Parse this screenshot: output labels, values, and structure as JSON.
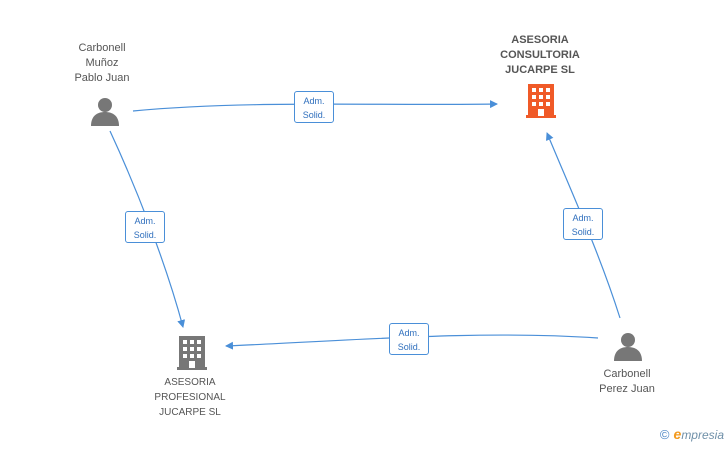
{
  "nodes": {
    "person_a": {
      "lines": [
        "Carbonell",
        "Muñoz",
        "Pablo Juan"
      ]
    },
    "company_main": {
      "lines": [
        "ASESORIA",
        "CONSULTORIA",
        "JUCARPE SL"
      ]
    },
    "person_b": {
      "lines": [
        "Carbonell",
        "Perez Juan"
      ]
    },
    "company_b": {
      "lines": [
        "ASESORIA",
        "PROFESIONAL",
        "JUCARPE SL"
      ]
    }
  },
  "edges": [
    {
      "from": "person_a",
      "to": "company_main",
      "label": [
        "Adm.",
        "Solid."
      ]
    },
    {
      "from": "person_a",
      "to": "company_b",
      "label": [
        "Adm.",
        "Solid."
      ]
    },
    {
      "from": "person_b",
      "to": "company_main",
      "label": [
        "Adm.",
        "Solid."
      ]
    },
    {
      "from": "person_b",
      "to": "company_b",
      "label": [
        "Adm.",
        "Solid."
      ]
    }
  ],
  "icons": {
    "person": "person-icon",
    "company": "building-icon"
  },
  "colors": {
    "edge": "#4a8fd8",
    "person": "#777777",
    "company_main": "#f05a28",
    "company": "#777777"
  },
  "brand": {
    "copyright": "©",
    "e": "e",
    "rest": "mpresia"
  }
}
